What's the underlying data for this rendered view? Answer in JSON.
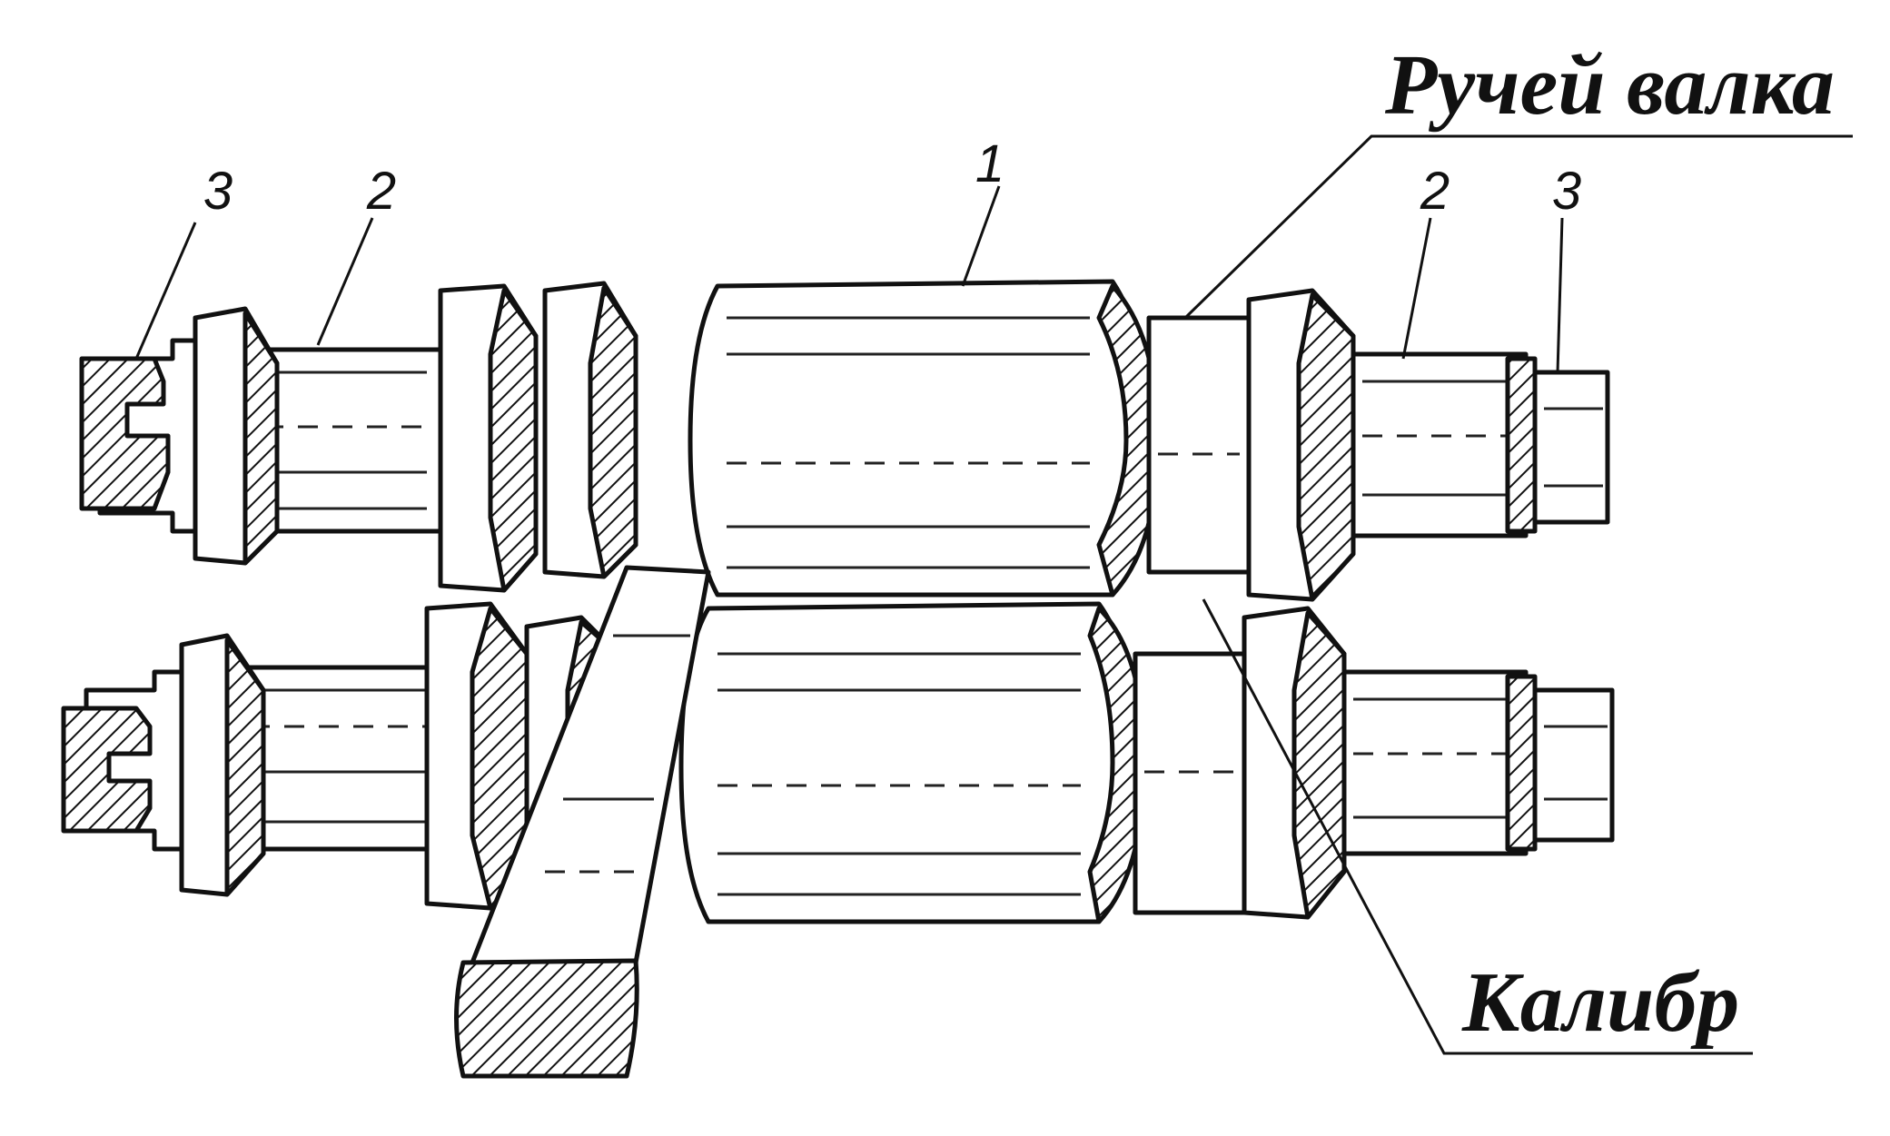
{
  "labels": {
    "part_1": "1",
    "part_2_left": "2",
    "part_3_left": "3",
    "part_2_right": "2",
    "part_3_right": "3",
    "groove": "Ручей валка",
    "caliber": "Калибр"
  },
  "colors": {
    "ink": "#111111",
    "paper": "#ffffff"
  }
}
